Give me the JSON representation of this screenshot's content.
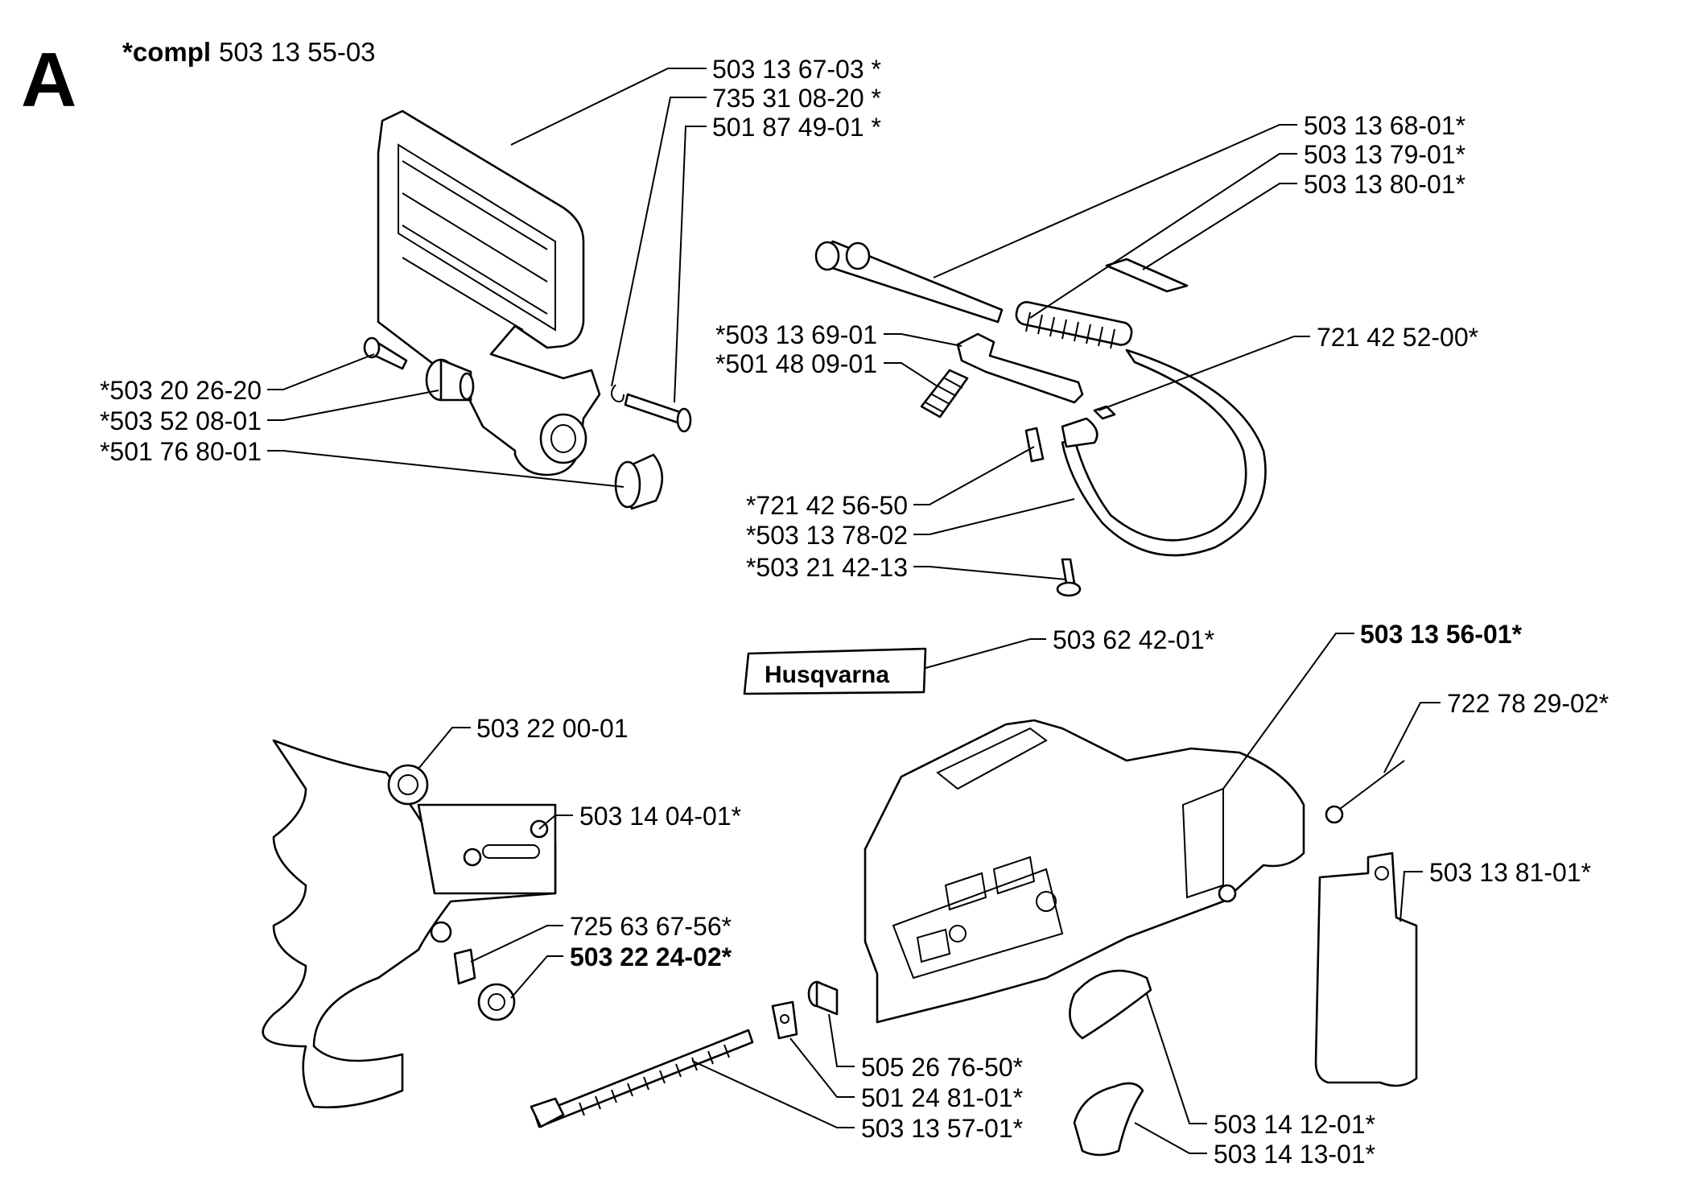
{
  "section_letter": "A",
  "assembly": {
    "prefix": "*compl",
    "number": "503 13 55-03"
  },
  "logo_text": "Husqvarna",
  "labels": [
    {
      "id": "p1",
      "text": "503 13 67-03 *",
      "bold": false
    },
    {
      "id": "p2",
      "text": "735 31 08-20 *",
      "bold": false
    },
    {
      "id": "p3",
      "text": "501 87 49-01 *",
      "bold": false
    },
    {
      "id": "p4",
      "text": "503 13 68-01*",
      "bold": false
    },
    {
      "id": "p5",
      "text": "503 13 79-01*",
      "bold": false
    },
    {
      "id": "p6",
      "text": "503 13 80-01*",
      "bold": false
    },
    {
      "id": "p7",
      "text": "*503 13 69-01",
      "bold": false
    },
    {
      "id": "p8",
      "text": "*501 48 09-01",
      "bold": false
    },
    {
      "id": "p9",
      "text": "721 42 52-00*",
      "bold": false
    },
    {
      "id": "p10",
      "text": "*503 20 26-20",
      "bold": false
    },
    {
      "id": "p11",
      "text": "*503 52 08-01",
      "bold": false
    },
    {
      "id": "p12",
      "text": "*501 76 80-01",
      "bold": false
    },
    {
      "id": "p13",
      "text": "*721 42 56-50",
      "bold": false
    },
    {
      "id": "p14",
      "text": "*503 13 78-02",
      "bold": false
    },
    {
      "id": "p15",
      "text": "*503 21 42-13",
      "bold": false
    },
    {
      "id": "p16",
      "text": "503 62 42-01*",
      "bold": false
    },
    {
      "id": "p17",
      "text": "503 13 56-01*",
      "bold": true
    },
    {
      "id": "p18",
      "text": "722 78 29-02*",
      "bold": false
    },
    {
      "id": "p19",
      "text": "503 22 00-01",
      "bold": false
    },
    {
      "id": "p20",
      "text": "503 14 04-01*",
      "bold": false
    },
    {
      "id": "p21",
      "text": "725 63 67-56*",
      "bold": false
    },
    {
      "id": "p22",
      "text": "503 22 24-02*",
      "bold": true
    },
    {
      "id": "p23",
      "text": "503 13 81-01*",
      "bold": false
    },
    {
      "id": "p24",
      "text": "505 26 76-50*",
      "bold": false
    },
    {
      "id": "p25",
      "text": "501 24 81-01*",
      "bold": false
    },
    {
      "id": "p26",
      "text": "503 13 57-01*",
      "bold": false
    },
    {
      "id": "p27",
      "text": "503 14 12-01*",
      "bold": false
    },
    {
      "id": "p28",
      "text": "503 14 13-01*",
      "bold": false
    }
  ]
}
